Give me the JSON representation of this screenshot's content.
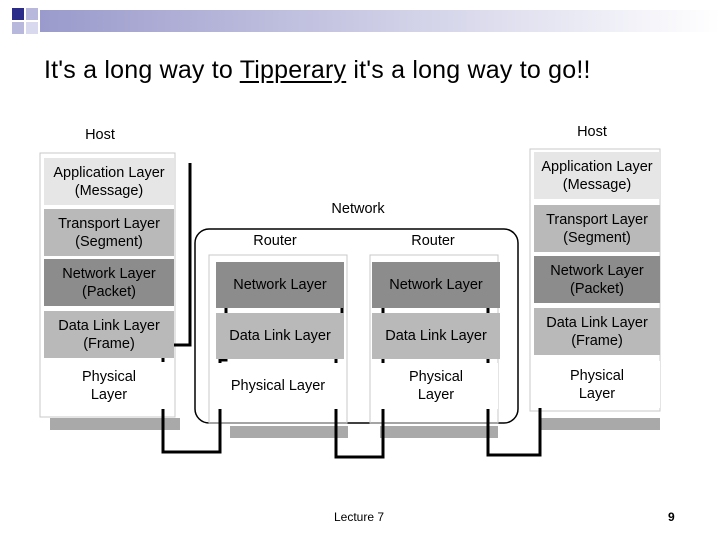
{
  "slide": {
    "title_prefix": "It's a long way to ",
    "title_underlined": "Tipperary",
    "title_suffix": " it's a long way to go!!",
    "footer": "Lecture 7",
    "page_number": "9"
  },
  "diagram": {
    "left_host": {
      "label": "Host",
      "layers": [
        "Application Layer\n(Message)",
        "Transport Layer\n(Segment)",
        "Network Layer\n(Packet)",
        "Data Link Layer\n(Frame)",
        "Physical\nLayer"
      ]
    },
    "network_label": "Network",
    "router_1": {
      "label": "Router",
      "layers": [
        "Network Layer",
        "Data Link Layer",
        "Physical Layer"
      ]
    },
    "router_2": {
      "label": "Router",
      "layers": [
        "Network Layer",
        "Data Link Layer",
        "Physical\nLayer"
      ]
    },
    "right_host": {
      "label": "Host",
      "layers": [
        "Application Layer\n(Message)",
        "Transport Layer\n(Segment)",
        "Network Layer\n(Packet)",
        "Data Link Layer\n(Frame)",
        "Physical\nLayer"
      ]
    }
  },
  "colors": {
    "application": "#e6e6e6",
    "transport": "#b9b9b9",
    "network": "#8c8c8c",
    "datalink": "#b9b9b9",
    "physical": "#ffffff",
    "header_gradient_dark": "#8e8ec6",
    "header_gradient_light": "#ffffff"
  }
}
